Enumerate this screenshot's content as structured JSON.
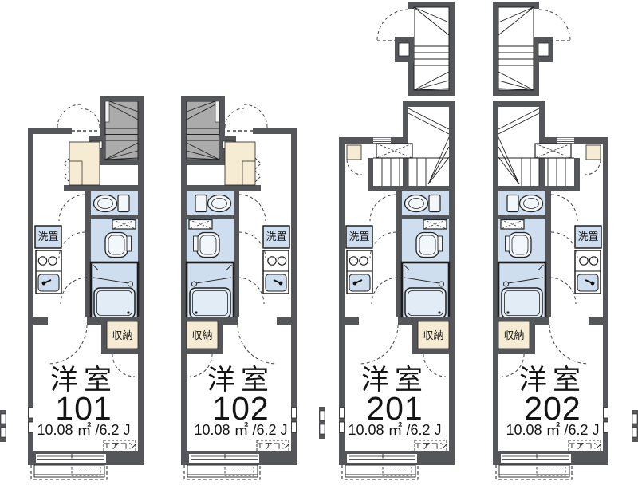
{
  "floorplan": {
    "units": [
      {
        "room_type": "洋室",
        "number": "101",
        "area": "10.08 ㎡ /6.2 J",
        "closet_label": "収納",
        "washer_label": "洗置",
        "aircon_label": "エアコン"
      },
      {
        "room_type": "洋室",
        "number": "102",
        "area": "10.08 ㎡ /6.2 J",
        "closet_label": "収納",
        "washer_label": "洗置",
        "aircon_label": "エアコン"
      },
      {
        "room_type": "洋室",
        "number": "201",
        "area": "10.08 ㎡ /6.2 J",
        "closet_label": "収納",
        "washer_label": "洗置",
        "aircon_label": "エアコン"
      },
      {
        "room_type": "洋室",
        "number": "202",
        "area": "10.08 ㎡ /6.2 J",
        "closet_label": "収納",
        "washer_label": "洗置",
        "aircon_label": "エアコン"
      }
    ],
    "colors": {
      "wall": "#54565a",
      "stair_fill": "#ababab",
      "wet_area": "#cfdeef",
      "accent_cream": "#f6ecd4"
    }
  }
}
